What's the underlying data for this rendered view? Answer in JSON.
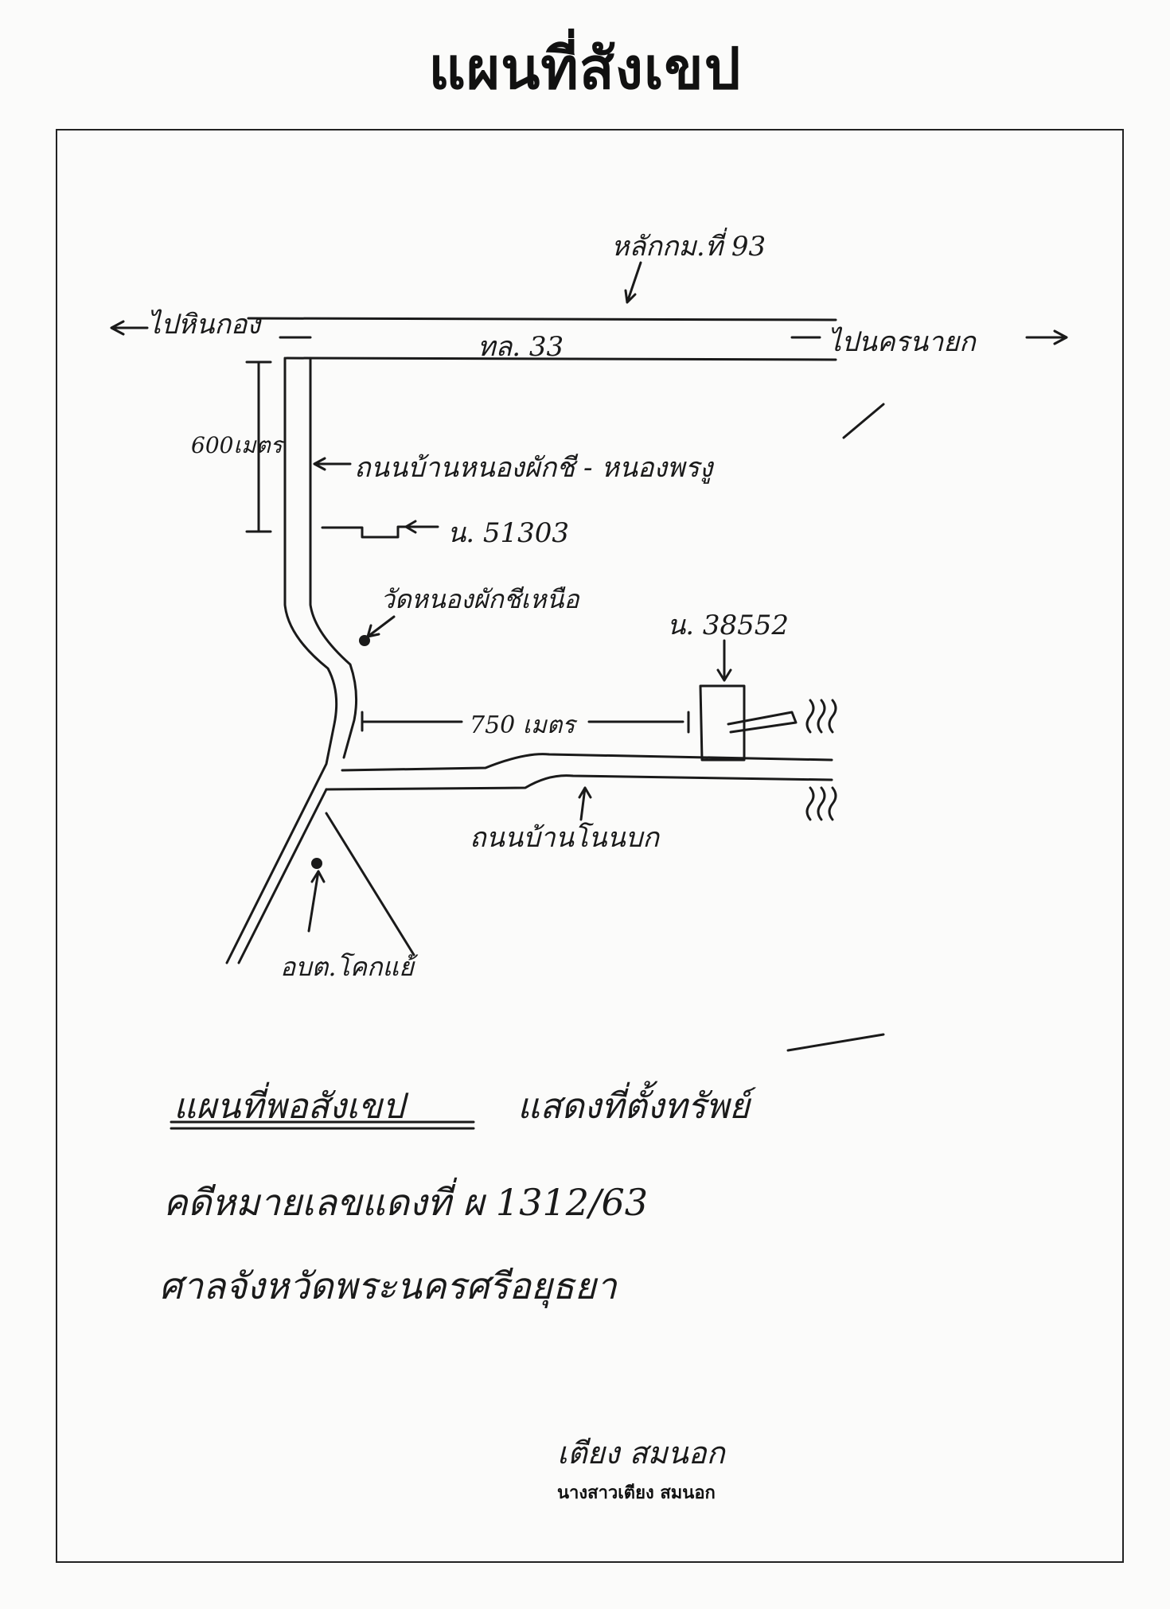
{
  "title": "แผนที่สังเขป",
  "map": {
    "road_left_label": "ไปหินกอง",
    "road_right_label": "ไปนครนายก",
    "highway_label": "ทล. 33",
    "km_marker_label": "หลักกม.ที่ 93",
    "distance_north": "600เมตร",
    "side_road_label": "ถนนบ้านหนองผักชี - หนองพรงู",
    "parcel_1": "น. 51303",
    "temple_label": "วัดหนองผักชีเหนือ",
    "parcel_2": "น. 38552",
    "distance_east": "750 เมตร",
    "lower_road_label": "ถนนบ้านโนนบก",
    "office_label": "อบต.โคกแย้"
  },
  "notes": {
    "line1_underlined": "แผนที่พอสังเขป",
    "line1_rest": "แสดงที่ตั้งทรัพย์",
    "line2": "คดีหมายเลขแดงที่ ผ 1312/63",
    "line3": "ศาลจังหวัดพระนครศรีอยุธยา"
  },
  "signature": {
    "handwritten": "เตียง สมนอก",
    "printed_name": "นางสาวเตียง สมนอก"
  }
}
